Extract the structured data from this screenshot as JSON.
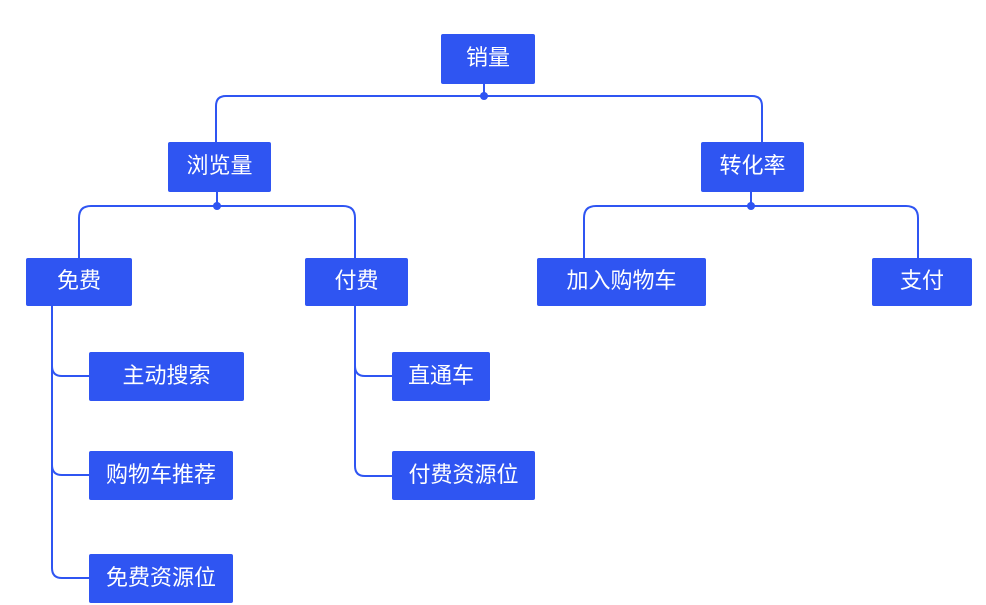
{
  "diagram": {
    "colors": {
      "node_fill": "#2f55f2",
      "node_text": "#ffffff",
      "connector": "#2f55f2",
      "background": "#ffffff"
    },
    "nodes": {
      "root": "销量",
      "traffic": "浏览量",
      "conversion": "转化率",
      "free": "免费",
      "paid": "付费",
      "add_to_cart": "加入购物车",
      "payment": "支付",
      "active_search": "主动搜索",
      "cart_recommend": "购物车推荐",
      "free_resource": "免费资源位",
      "express_car": "直通车",
      "paid_resource": "付费资源位"
    }
  }
}
